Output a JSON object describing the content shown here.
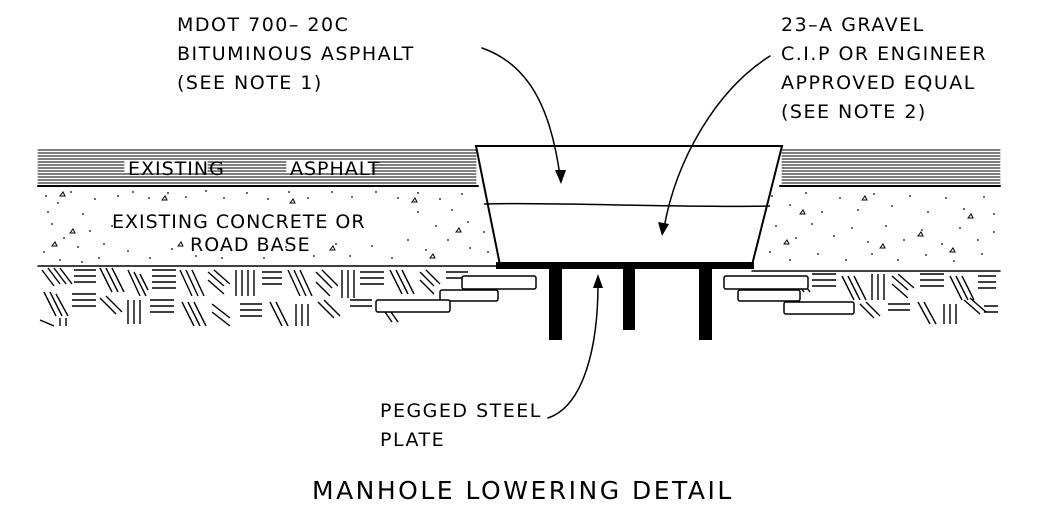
{
  "diagram": {
    "title": "MANHOLE LOWERING DETAIL",
    "labels": {
      "asphalt_spec": {
        "line1": "MDOT 700– 20C",
        "line2": "BITUMINOUS ASPHALT",
        "line3": "(SEE NOTE 1)"
      },
      "gravel_spec": {
        "line1": "23–A GRAVEL",
        "line2": "C.I.P OR ENGINEER",
        "line3": "APPROVED EQUAL",
        "line4": "(SEE NOTE 2)"
      },
      "plate": {
        "line1": "PEGGED STEEL",
        "line2": "PLATE"
      },
      "existing_asphalt": {
        "word1": "EXISTING",
        "word2": "ASPHALT"
      },
      "existing_base": {
        "line1": "EXISTING CONCRETE OR",
        "line2": "ROAD BASE"
      }
    }
  }
}
